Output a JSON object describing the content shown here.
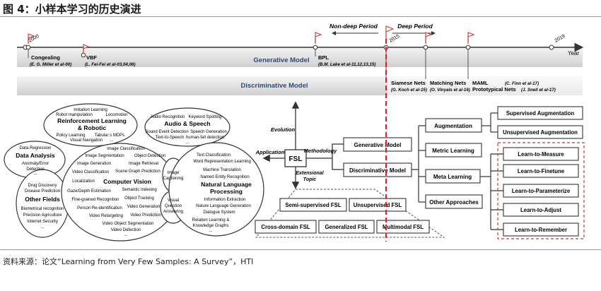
{
  "title": "图 4：小样本学习的历史演进",
  "source": "资料来源：论文“Learning from Very Few Samples: A Survey”，HTI",
  "timeline": {
    "period_nondeep": "Non-deep Period",
    "period_deep": "Deep Period",
    "year_2000": "2000",
    "year_2015": "2015",
    "year_2019": "2019",
    "year_axis": "Year",
    "band_generative": "Generative Model",
    "band_discriminative": "Discriminative Model",
    "events": [
      {
        "name": "Congealing",
        "ref": "(E. G. Miller et al-00)"
      },
      {
        "name": "VBF",
        "ref": "(L. Fei-Fei et al-03,04,06)"
      },
      {
        "name": "BPL",
        "ref": "(B.M. Lake et al-11,12,13,15)"
      },
      {
        "name": "Siamese Nets",
        "ref": "(G. Koch et al-15)"
      },
      {
        "name": "Matching Nets",
        "ref": "(O. Vinyals et al-16)"
      },
      {
        "name": "MAML",
        "ref": "(C. Finn et al-17)"
      },
      {
        "name": "Prototypical Nets",
        "ref": "(J. Snell et al-17)"
      }
    ]
  },
  "fsl": {
    "center": "FSL",
    "evolution": "Evolution",
    "application": "Application",
    "methodology": "Methodology",
    "extensional1": "Extensional",
    "extensional2": "Topic",
    "generative_model": "Generative Model",
    "discriminative_model": "Discriminative Model",
    "strategies": [
      "Augmentation",
      "Metric Learning",
      "Meta Learning",
      "Other Approaches"
    ],
    "augmentation_children": [
      "Supervised Augmentation",
      "Unsupervised Augmentation"
    ],
    "meta_children": [
      "Learn-to-Measure",
      "Learn-to-Finetune",
      "Learn-to-Parameterize",
      "Learn-to-Adjust",
      "Learn-to-Remember"
    ],
    "topics": [
      "Semi-supervised FSL",
      "Unsupervised FSL",
      "Cross-domain FSL",
      "Generalized FSL",
      "Multimodal FSL"
    ]
  },
  "applications": {
    "rl": {
      "title1": "Reinforcement Learning",
      "title2": "& Robotic",
      "items": [
        "Imitation Learning",
        "Robot manipulation",
        "Locomotion",
        "Policy Learning",
        "Tabular s MDPs",
        "Visual Navigation",
        "..."
      ]
    },
    "audio": {
      "title": "Audio & Speech",
      "items": [
        "Audio Recognition",
        "Keyword Spotting",
        "Sound Event Detection",
        "Speech Generation",
        "Text-to-Speech",
        "human-fall detection",
        "..."
      ]
    },
    "data": {
      "title": "Data Analysis",
      "items": [
        "Data Regression",
        "Anomaly/Error",
        "Detection",
        "..."
      ]
    },
    "other": {
      "title": "Other Fields",
      "items": [
        "Drug Discovery",
        "Disease Prediction",
        "Biometrical recognition",
        "Precision Agriculture",
        "Internet Security",
        "..."
      ]
    },
    "cv": {
      "title": "Computer Vision",
      "items": [
        "Image Classification",
        "Image Segmentation",
        "Object Detection",
        "Image Generation",
        "Image Retrieval",
        "Video Classification",
        "Scene Graph Prediction",
        "Localization",
        "Semantic Indexing",
        "Gaze/Depth Estimation",
        "Object Tracking",
        "Fine-grained Recognition",
        "Person Re-identification",
        "Video Generation",
        "Video Retargeting",
        "Video Prediction",
        "Video Object Segmentation",
        "Video Detection",
        "..."
      ]
    },
    "captioning": [
      "Image",
      "Captioning"
    ],
    "vqa": [
      "Visual",
      "Question",
      "Answering"
    ],
    "nlp": {
      "title1": "Natural Language",
      "title2": "Processing",
      "items": [
        "Text Classification",
        "Word Representation Learning",
        "Machine Translation",
        "Named Entity Recognition",
        "Information Extraction",
        "Nature Language Generation",
        "Dialogue System",
        "Relation Learning &",
        "Knowledge Graphs",
        "..."
      ]
    }
  }
}
